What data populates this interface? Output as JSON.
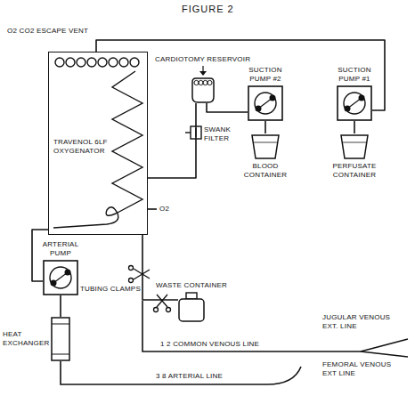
{
  "diagram": {
    "title": "FIGURE 2",
    "nodes": [
      {
        "text": [
          "TRAVENOL 6LF OXYGENATOR"
        ]
      },
      {
        "text": [
          "CARDIOTOMY RESERVOIR"
        ]
      },
      {
        "text": [
          "SUCTION PUMP #2"
        ]
      },
      {
        "text": [
          "SUCTION PUMP #1"
        ]
      },
      {
        "text": [
          "BLOOD CONTAINER"
        ]
      },
      {
        "text": [
          "PERFUSATE CONTAINER"
        ]
      },
      {
        "text": [
          "ARTERIAL PUMP"
        ]
      },
      {
        "text": [
          "WASTE CONTAINER"
        ]
      },
      {
        "text": [
          "HEAT EXCHANGER"
        ]
      }
    ],
    "edges": [
      {
        "from": 3,
        "to": 0,
        "arrow": "none"
      },
      {
        "from": 5,
        "to": 3,
        "arrow": "none"
      },
      {
        "from": 4,
        "to": 2,
        "arrow": "none"
      },
      {
        "from": 2,
        "to": 1,
        "arrow": "none"
      },
      {
        "from": 1,
        "to": 0,
        "arrow": "none"
      },
      {
        "from": 0,
        "to": 6,
        "arrow": "none"
      },
      {
        "from": 6,
        "to": 8,
        "arrow": "none"
      },
      {
        "from": 7,
        "to": 0,
        "arrow": "none"
      }
    ],
    "labels": [
      "O2 CO2 ESCAPE VENT",
      "SWANK FILTER",
      "O2",
      "TUBING CLAMPS",
      "1 2 COMMON VENOUS LINE",
      "JUGULAR VENOUS EXT. LINE",
      "FEMORAL VENOUS EXT LINE",
      "3 8 ARTERIAL LINE"
    ]
  }
}
